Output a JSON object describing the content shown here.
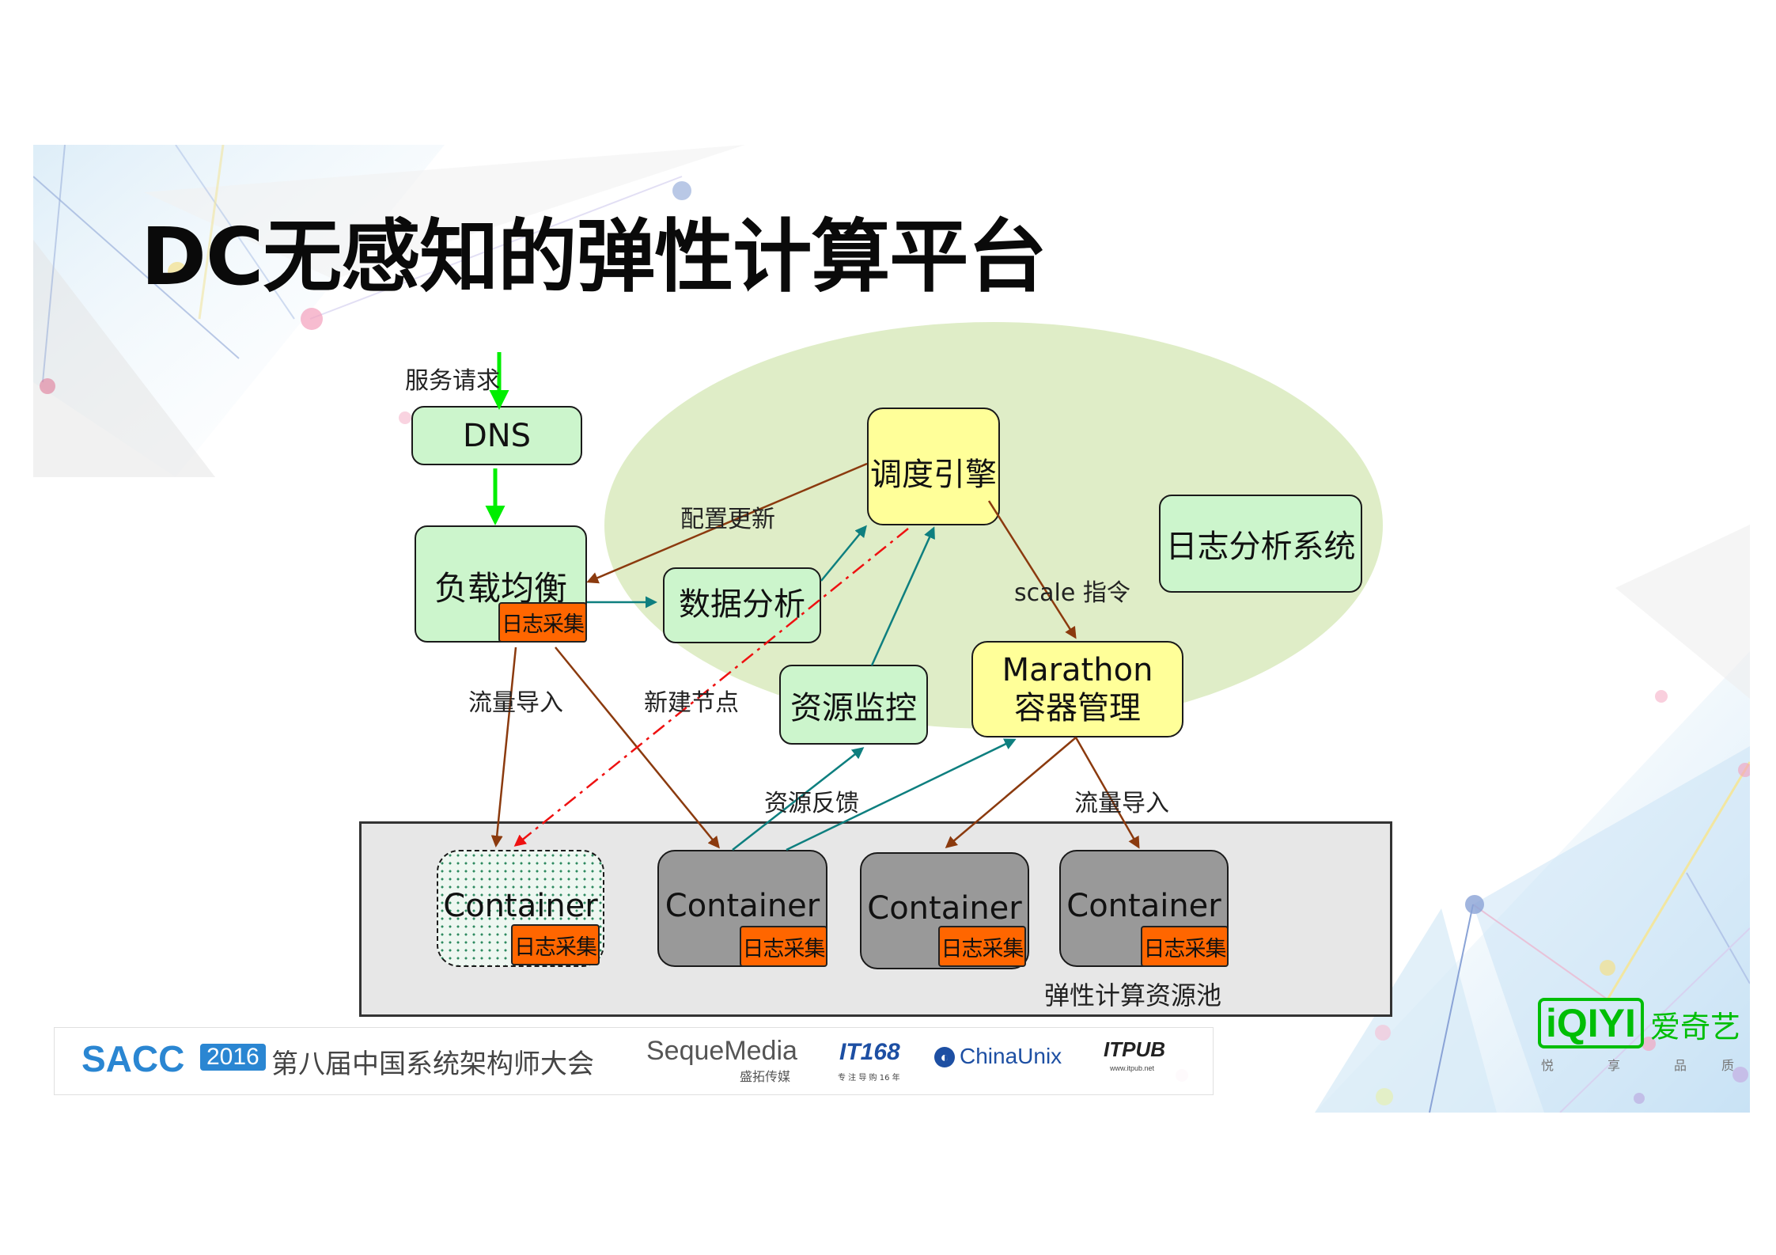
{
  "title": "DC无感知的弹性计算平台",
  "nodes": {
    "dns": "DNS",
    "load_balancer": "负载均衡",
    "data_analysis": "数据分析",
    "scheduler": "调度引擎",
    "log_system": "日志分析系统",
    "resource_monitor": "资源监控",
    "marathon_line1": "Marathon",
    "marathon_line2": "容器管理",
    "container": "Container",
    "log_collect": "日志采集",
    "pool_label": "弹性计算资源池"
  },
  "edge_labels": {
    "service_request": "服务请求",
    "config_update": "配置更新",
    "scale_cmd": "scale 指令",
    "traffic_in_1": "流量导入",
    "new_node": "新建节点",
    "resource_feedback": "资源反馈",
    "traffic_in_2": "流量导入"
  },
  "footer": {
    "sacc": "SACC",
    "year": "2016",
    "conference": "第八届中国系统架构师大会",
    "seque": "SequeMedia",
    "seque_sub": "盛拓传媒",
    "it168": "IT168",
    "it168_sub": "专 注 导 购 16 年",
    "chinaunix": "ChinaUnix",
    "itpub": "ITPUB",
    "itpub_sub": "www.itpub.net"
  },
  "brand": {
    "logo_text": "iQIYI",
    "name": "爱奇艺",
    "slogan": [
      "悦",
      "享",
      "品",
      "质"
    ]
  },
  "colors": {
    "green_node": "#ccf5cc",
    "yellow_node": "#ffff99",
    "log_tag": "#ff6600",
    "container": "#999999",
    "pool": "#e7e7e7",
    "ellipse": "#dfedc7",
    "arrow_green": "#00ee00",
    "arrow_brown": "#8b3a0e",
    "arrow_teal": "#0e7f7f",
    "arrow_red_dashed": "#ee1111",
    "brand_green": "#00be06",
    "sacc_blue": "#2a86d2"
  }
}
